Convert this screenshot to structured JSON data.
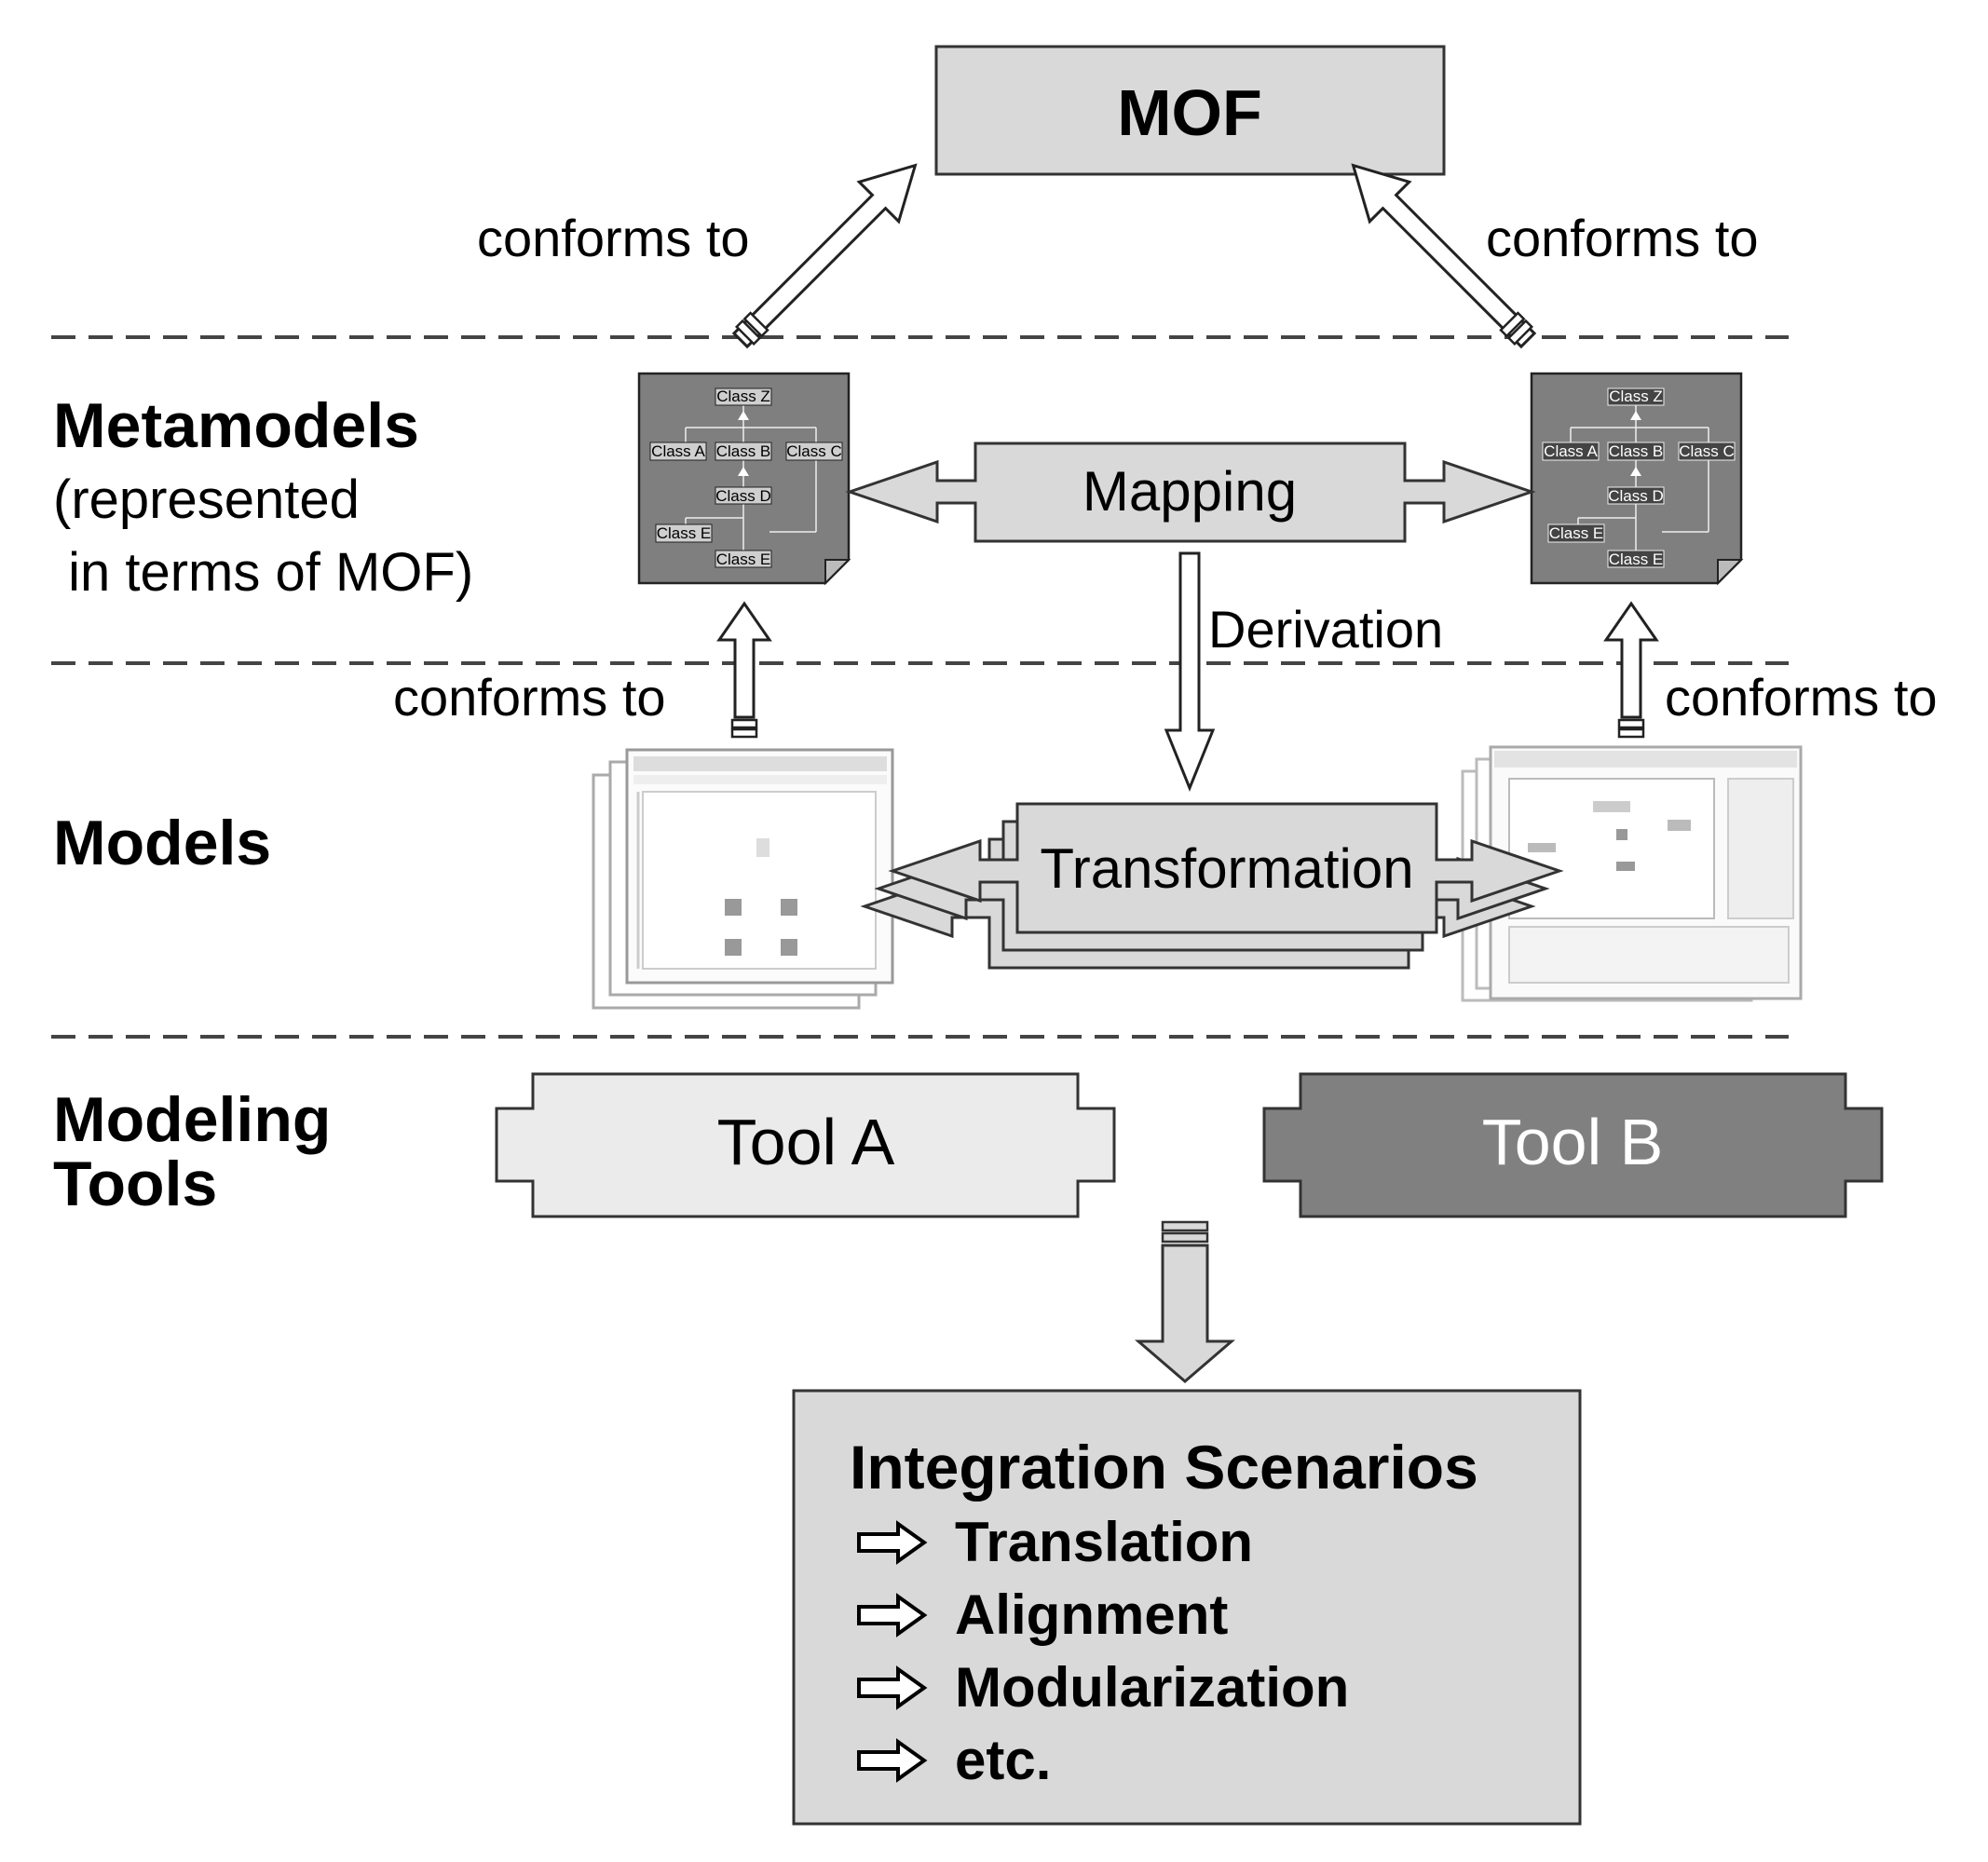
{
  "mof": {
    "label": "MOF"
  },
  "arrows": {
    "conforms_top_left": "conforms to",
    "conforms_top_right": "conforms to",
    "conforms_mid_left": "conforms to",
    "conforms_mid_right": "conforms to",
    "derivation": "Derivation"
  },
  "layers": {
    "metamodels": {
      "title": "Metamodels",
      "sub1": "(represented",
      "sub2": " in terms of MOF)"
    },
    "models": {
      "title": "Models"
    },
    "tools": {
      "title1": "Modeling",
      "title2": "Tools"
    }
  },
  "mapping": {
    "label": "Mapping"
  },
  "transformation": {
    "label": "Transformation"
  },
  "metamodel_classes": {
    "z": "Class Z",
    "a": "Class A",
    "b": "Class B",
    "c": "Class C",
    "d": "Class D",
    "e": "Class E"
  },
  "tools": {
    "a": "Tool A",
    "b": "Tool B"
  },
  "scenarios": {
    "title": "Integration Scenarios",
    "items": [
      "Translation",
      "Alignment",
      "Modularization",
      "etc."
    ]
  },
  "colors": {
    "light_box": "#d9d9d9",
    "dark_box": "#7f7f7f",
    "tool_a": "#ebebeb",
    "tool_b": "#808080"
  }
}
